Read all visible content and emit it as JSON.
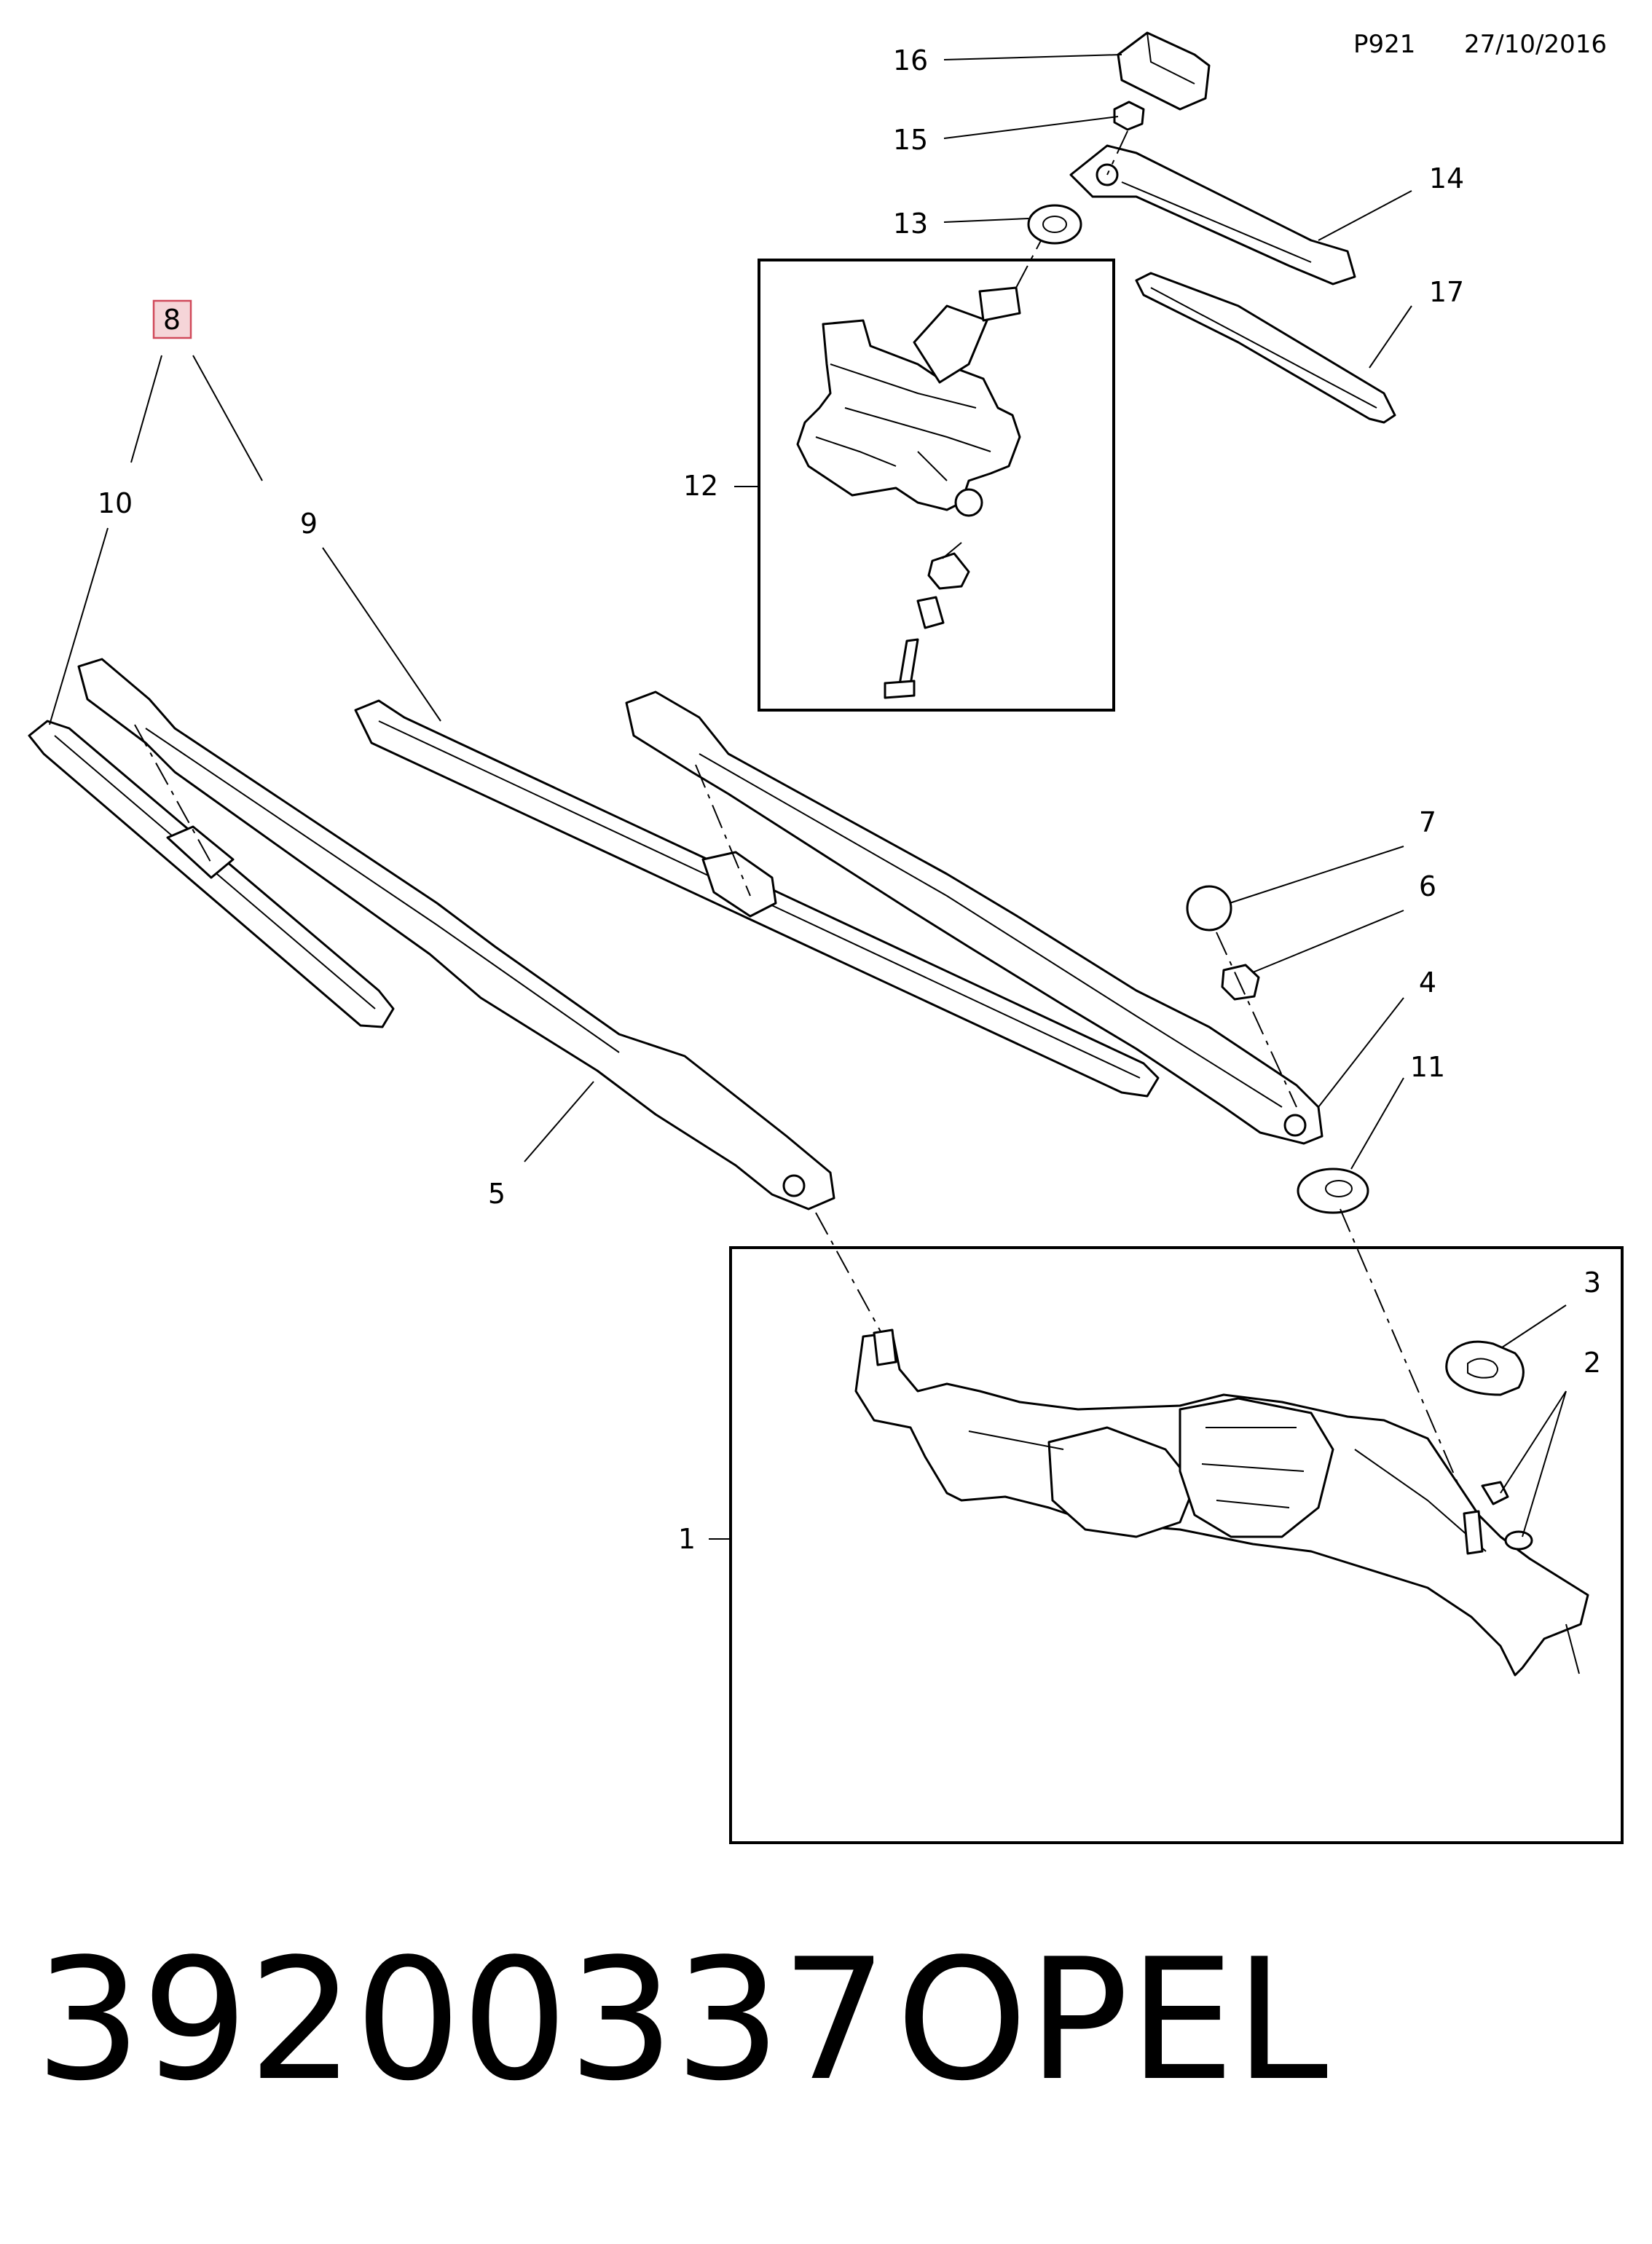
{
  "header": {
    "page_code": "P921",
    "date": "27/10/2016"
  },
  "callouts": {
    "c1": "1",
    "c2": "2",
    "c3": "3",
    "c4": "4",
    "c5": "5",
    "c6": "6",
    "c7": "7",
    "c8": "8",
    "c9": "9",
    "c10": "10",
    "c11": "11",
    "c12": "12",
    "c13": "13",
    "c14": "14",
    "c15": "15",
    "c16": "16",
    "c17": "17"
  },
  "highlighted_callout": "8",
  "highlight_color": "#f5d5d8",
  "highlight_border_color": "#d0495a",
  "footer": {
    "part_number": "39200337",
    "brand": "OPEL"
  }
}
